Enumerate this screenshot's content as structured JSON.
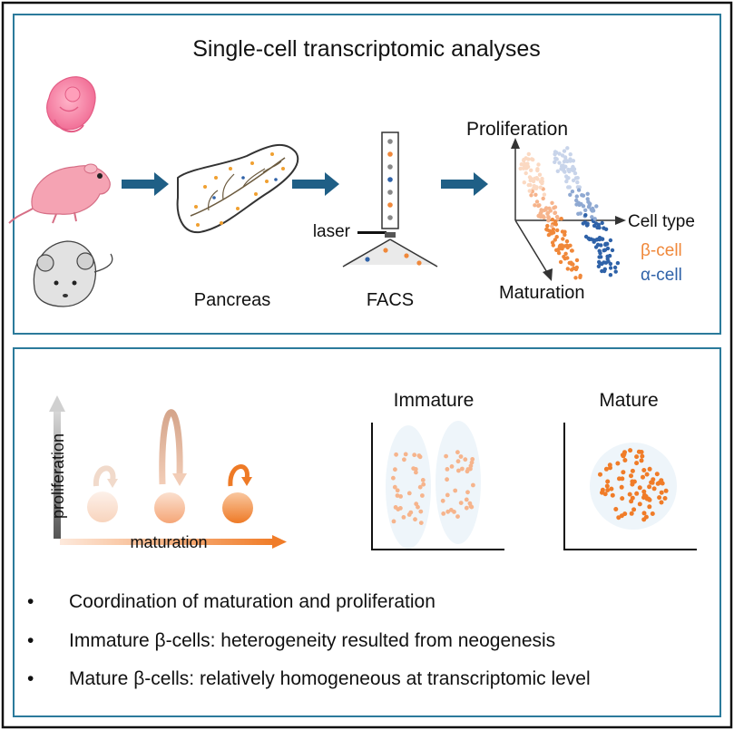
{
  "top_panel": {
    "title": "Single-cell transcriptomic analyses",
    "icons": [
      "embryo-icon",
      "neonatal-mouse-icon",
      "adult-mouse-icon"
    ],
    "pancreas_label": "Pancreas",
    "facs_label": "FACS",
    "laser_label": "laser",
    "scatter": {
      "axis_y": "Proliferation",
      "axis_x": "Cell type",
      "axis_z": "Maturation",
      "legend": [
        {
          "label": "β-cell",
          "color": "#f0883a"
        },
        {
          "label": "α-cell",
          "color": "#2f62a8"
        }
      ]
    }
  },
  "bottom_panel": {
    "proliferation_label": "proliferation",
    "maturation_label": "maturation",
    "immature_label": "Immature",
    "mature_label": "Mature",
    "bullets": [
      "Coordination of maturation and proliferation",
      "Immature β-cells: heterogeneity resulted from neogenesis",
      "Mature β-cells: relatively homogeneous at transcriptomic level"
    ],
    "bullet_symbol": "•"
  },
  "colors": {
    "frame": "#111111",
    "panel_border": "#2b7a9b",
    "arrow": "#1f5f86",
    "beta": "#f0883a",
    "alpha": "#2f62a8",
    "immature_dot": "#f6b48c",
    "mature_dot": "#f07c28"
  }
}
